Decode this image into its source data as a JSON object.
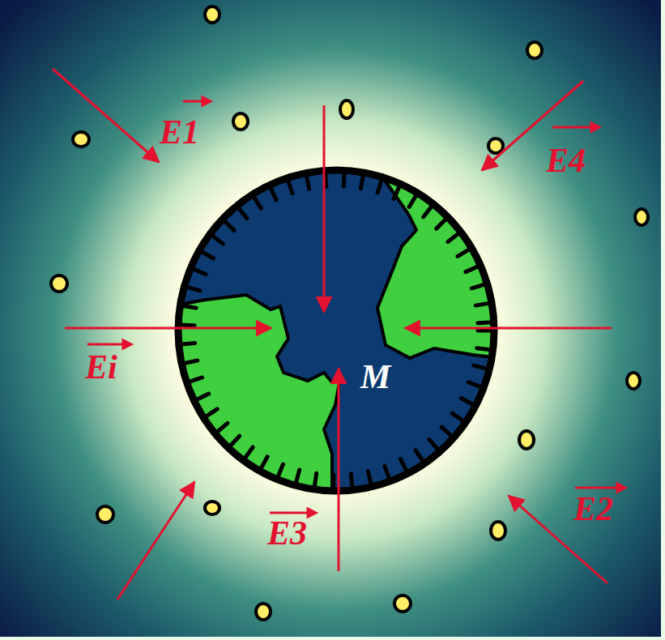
{
  "diagram": {
    "nodes": [
      {
        "text": [
          "M"
        ]
      }
    ],
    "labels": [
      "E1",
      "E4",
      "Ei",
      "E2",
      "E3"
    ]
  }
}
